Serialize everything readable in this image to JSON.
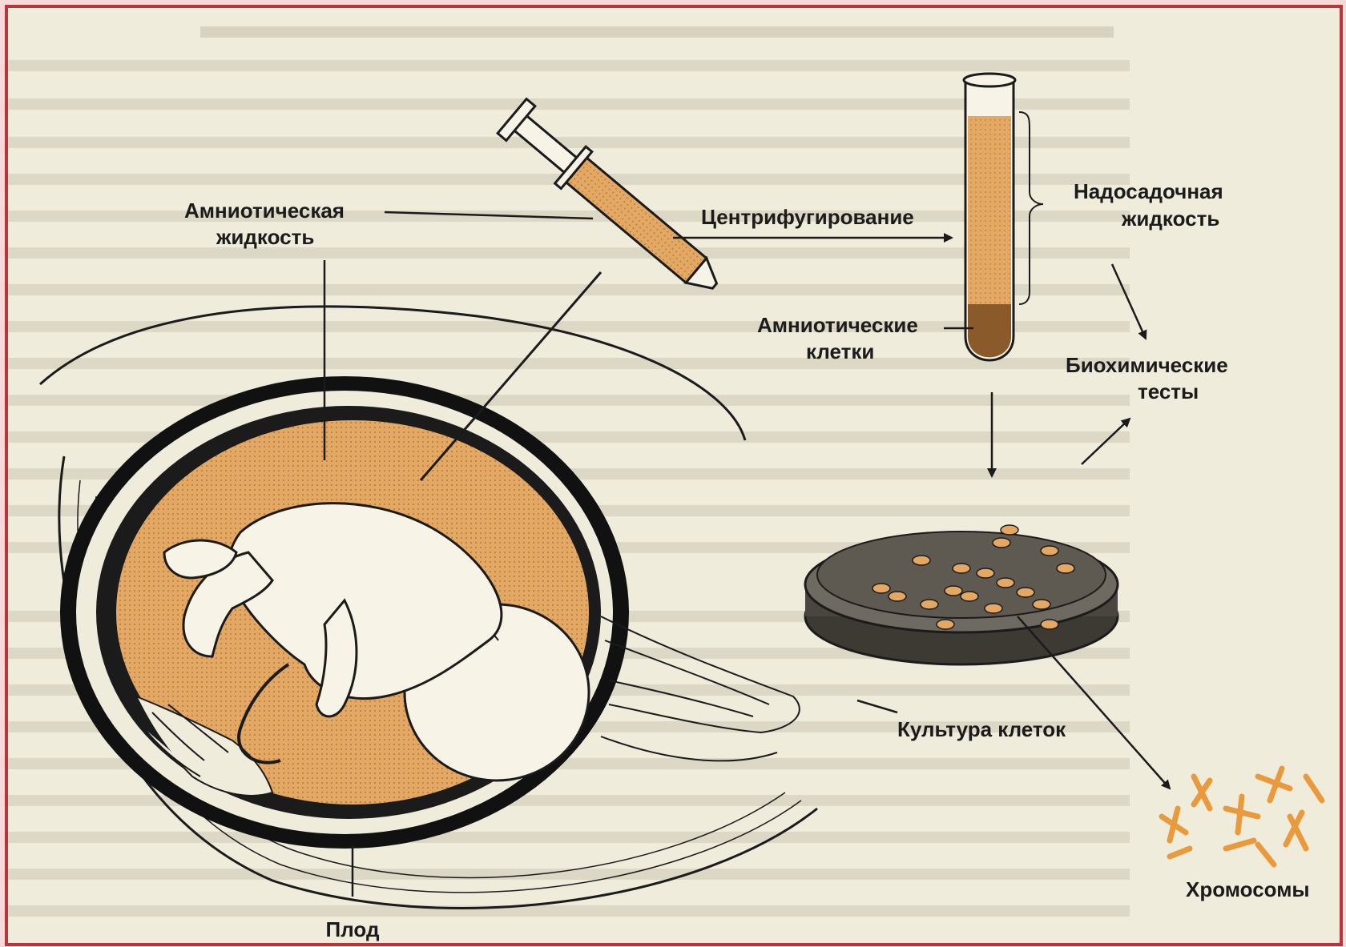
{
  "labels": {
    "amniotic_fluid_line1": "Амниотическая",
    "amniotic_fluid_line2": "жидкость",
    "centrifugation": "Центрифугирование",
    "supernatant_line1": "Надосадочная",
    "supernatant_line2": "жидкость",
    "amniotic_cells_line1": "Амниотические",
    "amniotic_cells_line2": "клетки",
    "biochem_line1": "Биохимические",
    "biochem_line2": "тесты",
    "cell_culture": "Культура клеток",
    "chromosomes": "Хромосомы",
    "fetus": "Плод"
  },
  "colors": {
    "frame_border": "#b7363c",
    "paper": "#f0ecdc",
    "amniotic_orange": "#e4a862",
    "ink": "#1b1b1b",
    "dish_gray": "#6e6a62",
    "chromosome_orange": "#e89a3c"
  }
}
